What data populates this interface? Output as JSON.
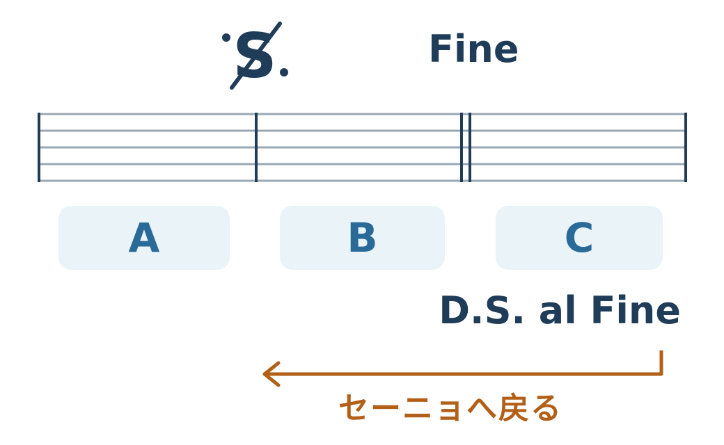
{
  "segno": {
    "icon": "segno-icon",
    "color": "#1f3c58"
  },
  "fine_label": "Fine",
  "sections": [
    {
      "label": "A"
    },
    {
      "label": "B"
    },
    {
      "label": "C"
    }
  ],
  "ds_label": "D.S. al Fine",
  "return_label": "セーニョへ戻る",
  "colors": {
    "staff_lines": "#9aa8b4",
    "barlines": "#1f3c58",
    "section_bg": "#eaf3f8",
    "section_text": "#2a6a99",
    "arrow": "#b25f18"
  }
}
